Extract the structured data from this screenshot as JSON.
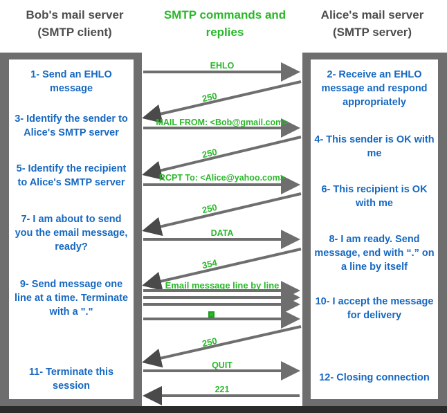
{
  "headers": {
    "left": "Bob's mail server\n(SMTP client)",
    "left_line1": "Bob's mail server",
    "left_line2": "(SMTP client)",
    "middle_line1": "SMTP commands and",
    "middle_line2": "replies",
    "right_line1": "Alice's mail server",
    "right_line2": "(SMTP server)"
  },
  "colors": {
    "blue": "#1668c1",
    "green": "#2ab82a",
    "grey_frame": "#6e6e6e",
    "grey_arrow": "#6e6e6e",
    "header_grey": "#4d4d4d",
    "bottom_bar": "#2b2b2b"
  },
  "client_steps": [
    {
      "id": 1,
      "text": "1- Send an EHLO message"
    },
    {
      "id": 3,
      "text": "3- Identify the sender to Alice's SMTP server"
    },
    {
      "id": 5,
      "text": "5- Identify\nthe recipient to Alice's SMTP server"
    },
    {
      "id": 7,
      "text": "7- I am about to send you the email message, ready?"
    },
    {
      "id": 9,
      "text": "9- Send message one line at a time. Terminate with a \".\""
    },
    {
      "id": 11,
      "text": "11- Terminate this session"
    }
  ],
  "server_steps": [
    {
      "id": 2,
      "text": "2- Receive an EHLO message and respond appropriately"
    },
    {
      "id": 4,
      "text": "4- This sender is OK with me"
    },
    {
      "id": 6,
      "text": "6- This recipient is OK with me"
    },
    {
      "id": 8,
      "text": "8-  I am ready. Send message, end with “.” on a line by itself"
    },
    {
      "id": 10,
      "text": "10-  I accept the message for delivery"
    },
    {
      "id": 12,
      "text": "12-  Closing connection"
    }
  ],
  "messages": [
    {
      "seq": 1,
      "label": "EHLO",
      "direction": "client-to-server",
      "style": "horizontal"
    },
    {
      "seq": 2,
      "label": "250",
      "direction": "server-to-client",
      "style": "diagonal"
    },
    {
      "seq": 3,
      "label": "MAIL FROM: <Bob@gmail.com>",
      "direction": "client-to-server",
      "style": "horizontal"
    },
    {
      "seq": 4,
      "label": "250",
      "direction": "server-to-client",
      "style": "diagonal"
    },
    {
      "seq": 5,
      "label": "RCPT To: <Alice@yahoo.com>",
      "direction": "client-to-server",
      "style": "horizontal"
    },
    {
      "seq": 6,
      "label": "250",
      "direction": "server-to-client",
      "style": "diagonal"
    },
    {
      "seq": 7,
      "label": "DATA",
      "direction": "client-to-server",
      "style": "horizontal"
    },
    {
      "seq": 8,
      "label": "354",
      "direction": "server-to-client",
      "style": "diagonal"
    },
    {
      "seq": 9,
      "label": "Email message line by line",
      "direction": "client-to-server",
      "style": "horizontal"
    },
    {
      "seq": 10,
      "label": "",
      "direction": "client-to-server",
      "style": "horizontal"
    },
    {
      "seq": 11,
      "label": "",
      "direction": "client-to-server",
      "style": "horizontal"
    },
    {
      "seq": 12,
      "label": ".",
      "direction": "client-to-server",
      "style": "horizontal",
      "marker": "green-square"
    },
    {
      "seq": 13,
      "label": "250",
      "direction": "server-to-client",
      "style": "diagonal"
    },
    {
      "seq": 14,
      "label": "QUIT",
      "direction": "client-to-server",
      "style": "horizontal"
    },
    {
      "seq": 15,
      "label": "221",
      "direction": "server-to-client",
      "style": "horizontal"
    }
  ]
}
